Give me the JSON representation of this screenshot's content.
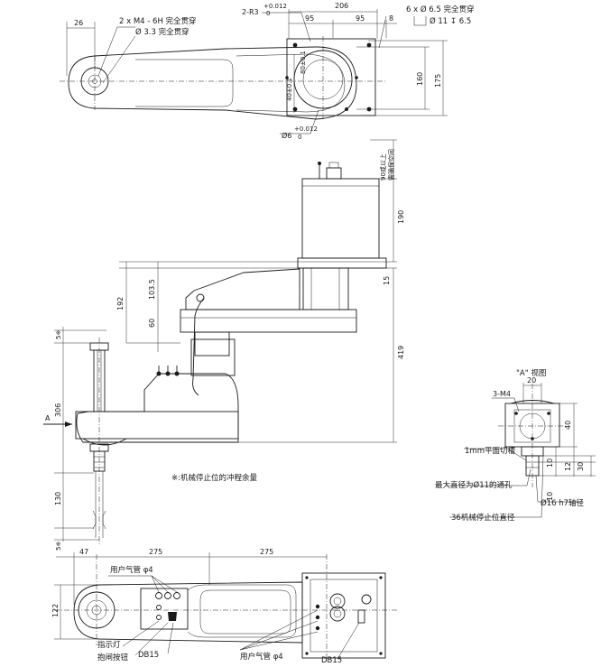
{
  "top_view": {
    "dims": {
      "d26": "26",
      "d206": "206",
      "d95a": "95",
      "d95b": "95",
      "d8": "8",
      "d160": "160",
      "d175": "175",
      "r3": "2-R3",
      "r3_tol_up": "+0.012",
      "r3_tol_lo": "0",
      "phi6": "Ø6",
      "phi6_tol_up": "+0.012",
      "phi6_tol_lo": "0",
      "d80": "80±0.1",
      "d40": "40±0.1"
    },
    "notes": {
      "m4": "2 x M4 - 6H 完全贯穿",
      "phi33": "Ø 3.3 完全贯穿",
      "holes65": "6 x Ø 6.5 完全贯穿",
      "phi11": "Ø 11 ↧ 6.5"
    }
  },
  "side_view": {
    "dims": {
      "d90note": "90或以上",
      "d90note2": "需确保空间",
      "d190": "190",
      "d15": "15",
      "d419": "419",
      "d192": "192",
      "d1035": "103.5",
      "d60": "60",
      "d5a": "5※",
      "d306": "306",
      "d130": "130",
      "d5b": "5※",
      "arrow_a": "A"
    },
    "note": "※:机械停止位的冲程余量"
  },
  "view_a": {
    "title": "\"A\" 视图",
    "dims": {
      "d20": "20",
      "m4": "3-M4",
      "d40": "40",
      "d12": "12",
      "d10a": "10",
      "d10b": "10",
      "d30": "30"
    },
    "notes": {
      "flat": "1mm平面切槽",
      "bore": "最大直径为Ø11的通孔",
      "shaft": "Ø16 h7轴径",
      "stop": "36机械停止位直径"
    }
  },
  "bottom_view": {
    "dims": {
      "d47": "47",
      "d275a": "275",
      "d275b": "275",
      "d122": "122"
    },
    "labels": {
      "air1": "用户气管 φ4",
      "air2": "用户气管 φ4",
      "lamp": "指示灯",
      "brake": "抱闸按钮",
      "db15a": "DB15",
      "db15b": "DB15"
    }
  }
}
